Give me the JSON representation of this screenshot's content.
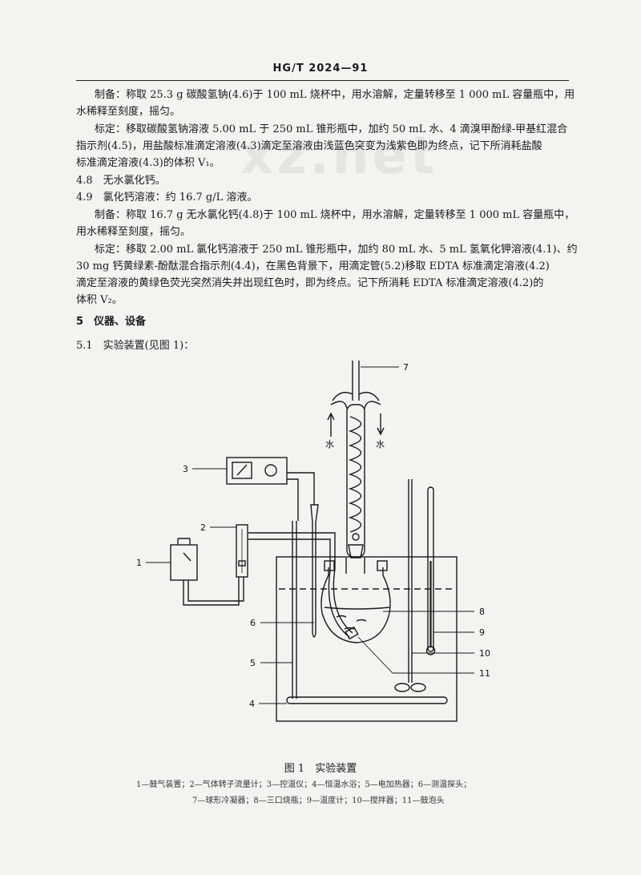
{
  "header": {
    "code": "HG/T 2024—91"
  },
  "watermark": "xz.net",
  "paragraphs": {
    "p1a": "制备：称取 25.3 g 碳酸氢钠(4.6)于 100 mL 烧杯中，用水溶解，定量转移至 1 000 mL 容量瓶中，用",
    "p1b": "水稀释至刻度，摇匀。",
    "p2a": "标定：移取碳酸氢钠溶液 5.00 mL 于 250 mL 锥形瓶中，加约 50 mL 水、4 滴溴甲酚绿-甲基红混合",
    "p2b": "指示剂(4.5)，用盐酸标准滴定溶液(4.3)滴定至溶液由浅蓝色突变为浅紫色即为终点，记下所消耗盐酸",
    "p2c": "标准滴定溶液(4.3)的体积 V₁。",
    "p3": "4.8　无水氯化钙。",
    "p4": "4.9　氯化钙溶液：约 16.7 g/L 溶液。",
    "p5a": "制备：称取 16.7 g 无水氯化钙(4.8)于 100 mL 烧杯中，用水溶解，定量转移至 1 000 mL 容量瓶中，",
    "p5b": "用水稀释至刻度，摇匀。",
    "p6a": "标定：移取 2.00 mL 氯化钙溶液于 250 mL 锥形瓶中，加约 80 mL 水、5 mL 氢氧化钾溶液(4.1)、约",
    "p6b": "30 mg 钙黄绿素-酚酞混合指示剂(4.4)，在黑色背景下，用滴定管(5.2)移取 EDTA 标准滴定溶液(4.2)",
    "p6c": "滴定至溶液的黄绿色荧光突然消失并出现红色时，即为终点。记下所消耗 EDTA 标准滴定溶液(4.2)的",
    "p6d": "体积 V₂。",
    "s5": "5　仪器、设备",
    "s51": "5.1　实验装置(见图 1)："
  },
  "figure": {
    "labels": [
      "1",
      "2",
      "3",
      "4",
      "5",
      "6",
      "7",
      "8",
      "9",
      "10",
      "11"
    ],
    "water_in": "水",
    "water_out": "水",
    "caption": "图 1　实验装置",
    "legend_line1": "1—鼓气装置；2—气体转子流量计；3—控温仪；4—恒温水浴；5—电加热器；6—测温探头；",
    "legend_line2": "7—球形冷凝器；8—三口烧瓶；9—温度计；10—搅拌器；11—鼓泡头"
  }
}
